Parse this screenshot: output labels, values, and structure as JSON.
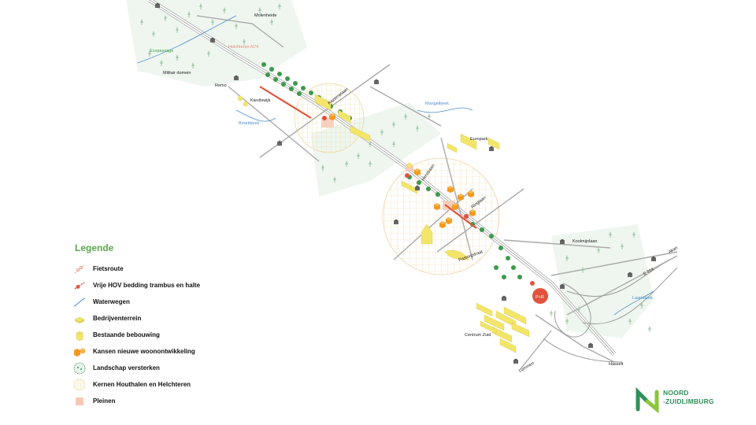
{
  "map": {
    "places": {
      "molenheide": "Molenheide",
      "ecopassage": "Ecopassage",
      "militair_domein": "Militair domein",
      "remo": "Remo",
      "kievitswijk": "Kievitswijk",
      "broekbeek": "Broekbeek",
      "kazernelaan": "Kazernelaan",
      "mangelbeek": "Mangelbeek",
      "europark": "Europark",
      "herebaan": "Herebaan",
      "ringlaan": "Ringlaan",
      "koolmijnlaan": "Koolmijnlaan",
      "pastorijstraat": "Pastorijstraat",
      "centrum_zuid": "Centrum Zuid",
      "akan": "Akan",
      "e314": "E 314",
      "laambeek": "Laambeek",
      "lummen": "Lummen",
      "hasselt": "Hasselt",
      "pr": "P+R",
      "road_top": "Helchteren N74"
    }
  },
  "legend": {
    "title": "Legende",
    "items": [
      {
        "label": "Fietsroute",
        "icon": "bike-route-icon"
      },
      {
        "label": "Vrije HOV bedding trambus en halte",
        "icon": "tram-stop-icon"
      },
      {
        "label": "Waterwegen",
        "icon": "waterway-icon"
      },
      {
        "label": "Bedrijventerrein",
        "icon": "industrial-block-icon"
      },
      {
        "label": "Bestaande bebouwing",
        "icon": "existing-building-icon"
      },
      {
        "label": "Kansen nieuwe woonontwikkeling",
        "icon": "housing-opportunity-icon"
      },
      {
        "label": "Landschap versterken",
        "icon": "landscape-icon"
      },
      {
        "label": "Kernen Houthalen en Helchteren",
        "icon": "town-core-icon"
      },
      {
        "label": "Pleinen",
        "icon": "square-icon"
      }
    ]
  },
  "logo": {
    "line1": "NOORD",
    "line2": "-ZUIDLIMBURG"
  },
  "colors": {
    "legend_title": "#5aa64c",
    "tree_green": "#3d9a4d",
    "orange": "#f39a1e",
    "yellow": "#f3e56a",
    "plaza": "#f7c9b5",
    "water": "#4f8fd0",
    "hov": "#e0533e"
  }
}
